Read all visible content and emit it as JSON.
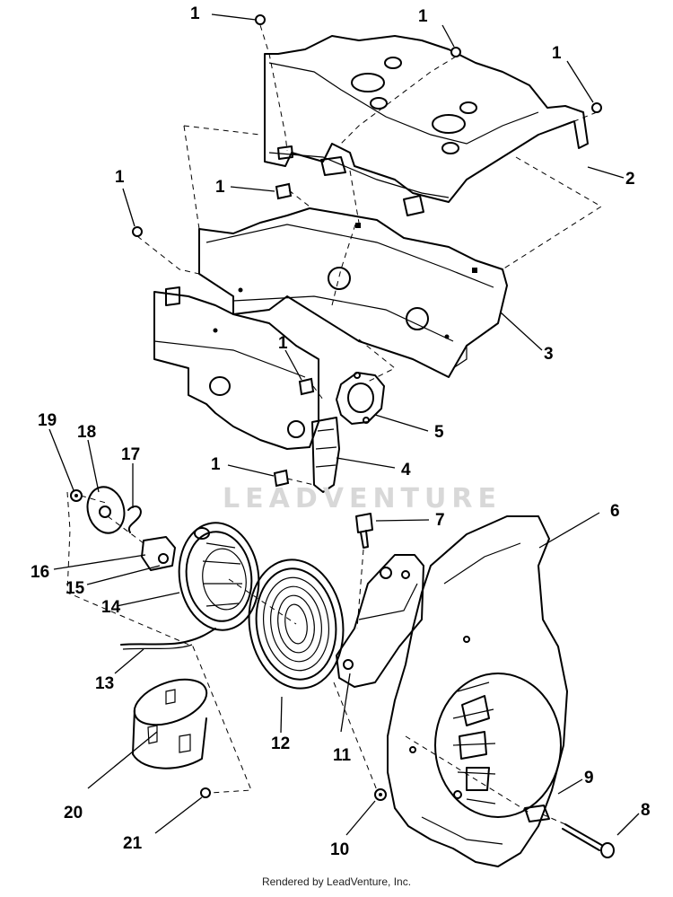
{
  "watermark": "LEADVENTURE",
  "footer": "Rendered by LeadVenture, Inc.",
  "labels": {
    "l1a": "1",
    "l1b": "1",
    "l1c": "1",
    "l2": "2",
    "l1d": "1",
    "l1e": "1",
    "l3": "3",
    "l1f": "1",
    "l5": "5",
    "l19": "19",
    "l18": "18",
    "l17": "17",
    "l1g": "1",
    "l4": "4",
    "l7": "7",
    "l6": "6",
    "l16": "16",
    "l15": "15",
    "l14": "14",
    "l13": "13",
    "l12": "12",
    "l11": "11",
    "l9": "9",
    "l20": "20",
    "l8": "8",
    "l10": "10",
    "l21": "21"
  }
}
